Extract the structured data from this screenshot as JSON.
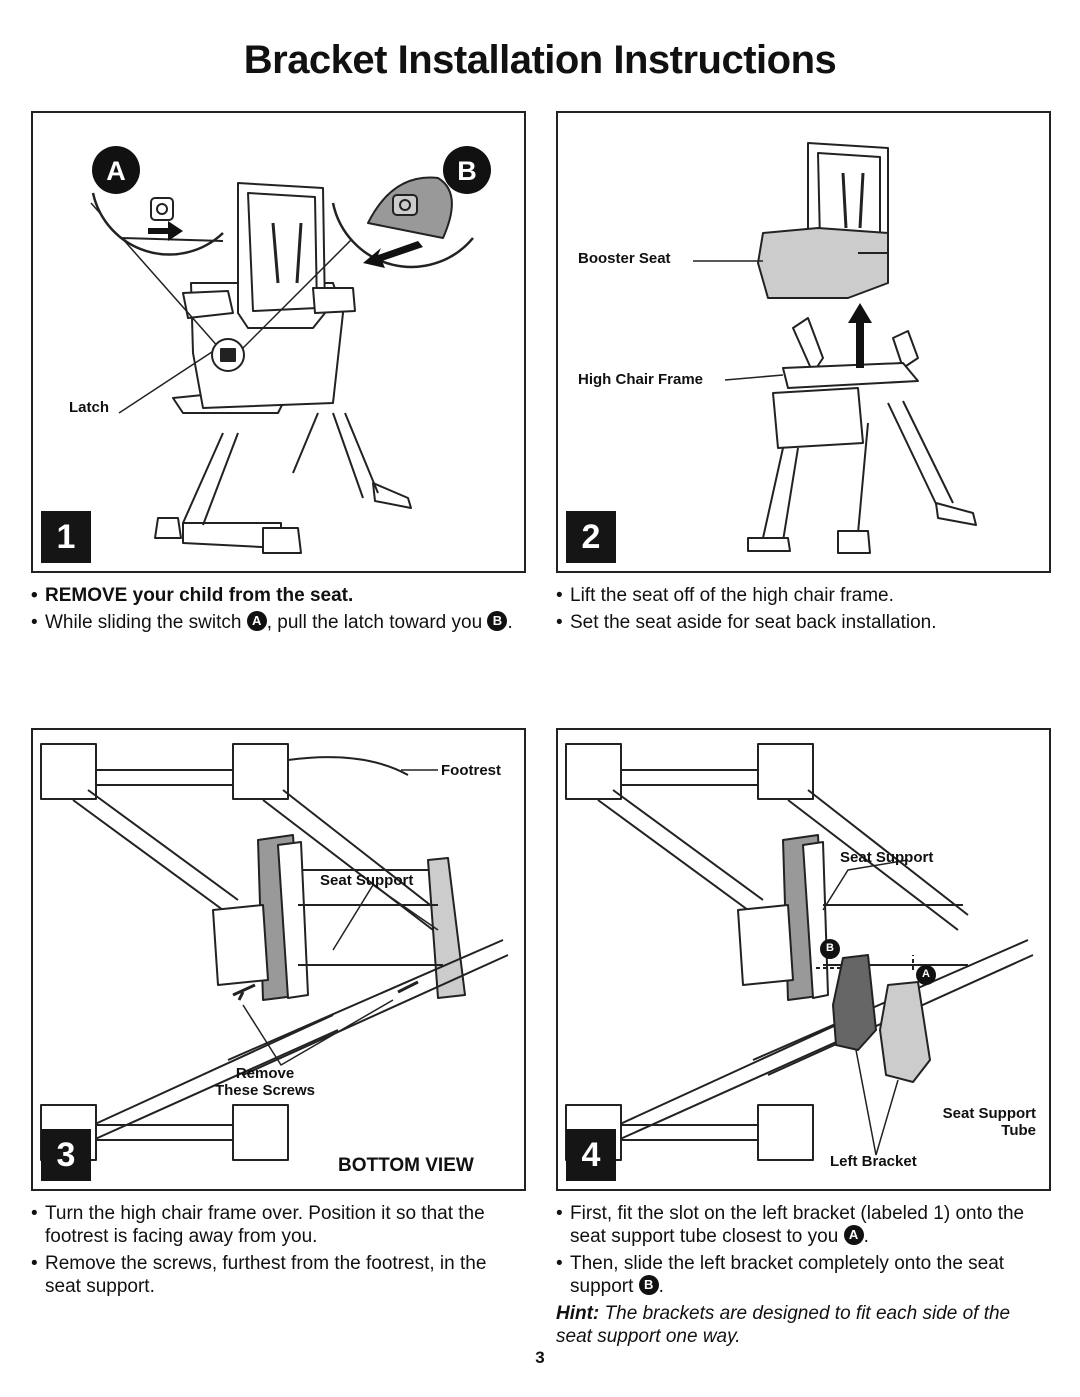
{
  "title": "Bracket Installation Instructions",
  "steps": [
    {
      "number": "1",
      "labels": {
        "latch": "Latch",
        "badge_a": "A",
        "badge_b": "B"
      },
      "bullets": [
        {
          "text": "REMOVE your child from the seat."
        },
        {
          "pre": "While sliding the switch ",
          "badge1": "A",
          "mid": ", pull the latch toward you ",
          "badge2": "B",
          "post": "."
        }
      ]
    },
    {
      "number": "2",
      "labels": {
        "booster_seat": "Booster Seat",
        "high_chair_frame": "High Chair Frame"
      },
      "bullets": [
        {
          "text": "Lift the seat off of the high chair frame."
        },
        {
          "text": "Set the seat aside for seat back installation."
        }
      ]
    },
    {
      "number": "3",
      "labels": {
        "footrest": "Footrest",
        "seat_support": "Seat Support",
        "remove": "Remove",
        "these_screws": "These Screws",
        "bottom_view": "BOTTOM VIEW"
      },
      "bullets": [
        {
          "text": "Turn the high chair frame over. Position it so that the footrest is facing away from you."
        },
        {
          "text": "Remove the screws, furthest from the footrest, in the seat support."
        }
      ]
    },
    {
      "number": "4",
      "labels": {
        "seat_support": "Seat Support",
        "seat_support_tube_1": "Seat Support",
        "seat_support_tube_2": "Tube",
        "left_bracket": "Left Bracket",
        "badge_a": "A",
        "badge_b": "B"
      },
      "bullets": [
        {
          "pre": "First, fit the slot on the left bracket (labeled 1) onto the seat support tube closest to you ",
          "badge1": "A",
          "post": "."
        },
        {
          "pre": "Then, slide the left bracket completely onto the seat support ",
          "badge1": "B",
          "post": "."
        }
      ],
      "hint_label": "Hint:",
      "hint_text": " The brackets are designed to fit each side of the seat support one way."
    }
  ],
  "page_number": "3"
}
